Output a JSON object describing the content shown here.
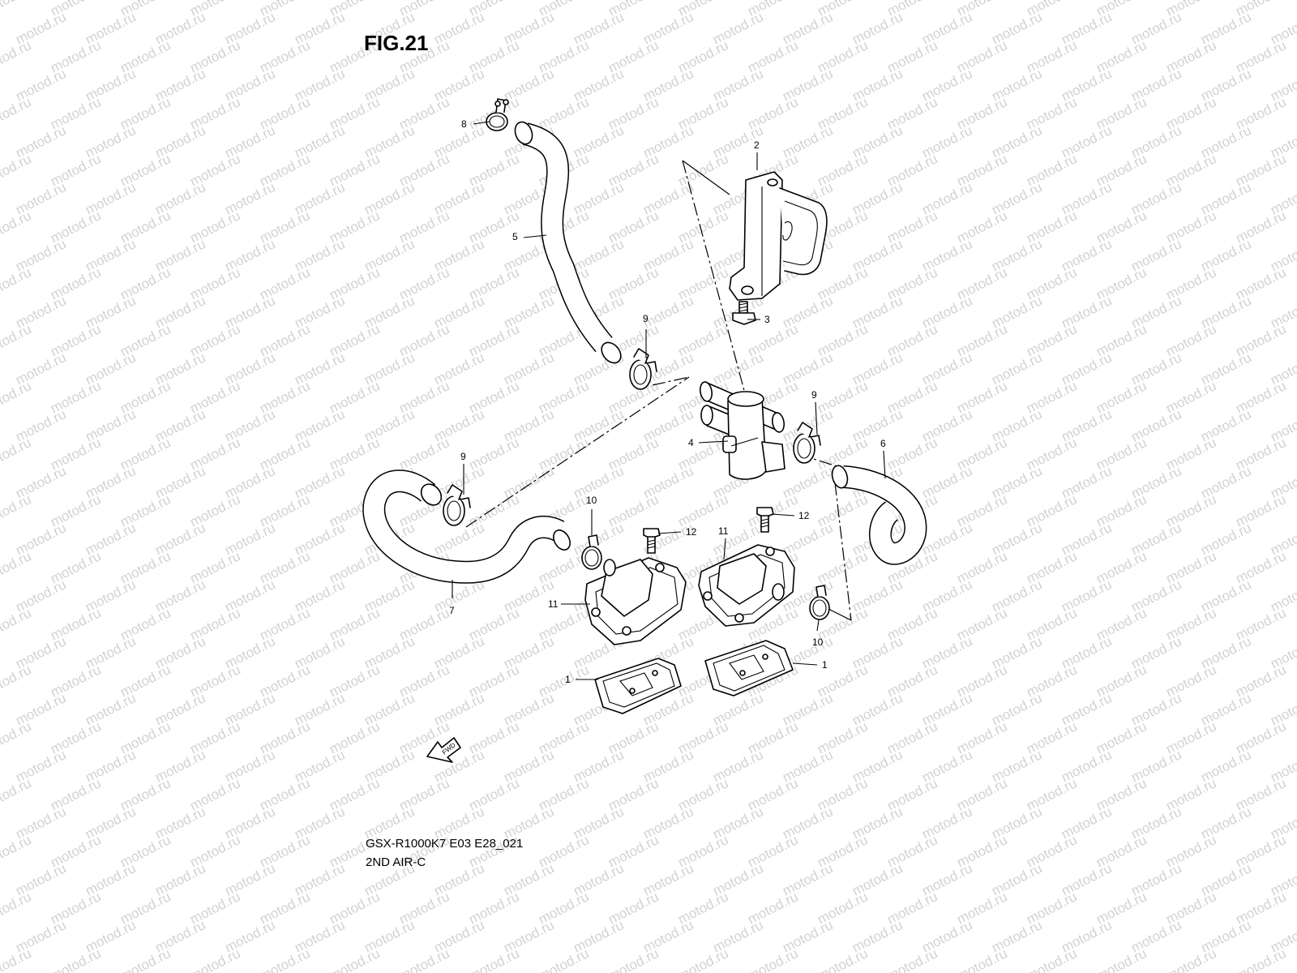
{
  "figure": {
    "title": "FIG.21",
    "model_code": "GSX-R1000K7 E03 E28_021",
    "section_name": "2ND AIR-C",
    "watermark_text": "motod.ru",
    "fwd_label": "FWD"
  },
  "callouts": [
    {
      "id": "label-8",
      "text": "8"
    },
    {
      "id": "label-2",
      "text": "2"
    },
    {
      "id": "label-5",
      "text": "5"
    },
    {
      "id": "label-3",
      "text": "3"
    },
    {
      "id": "label-9a",
      "text": "9"
    },
    {
      "id": "label-9b",
      "text": "9"
    },
    {
      "id": "label-4",
      "text": "4"
    },
    {
      "id": "label-6",
      "text": "6"
    },
    {
      "id": "label-9c",
      "text": "9"
    },
    {
      "id": "label-10a",
      "text": "10"
    },
    {
      "id": "label-12a",
      "text": "12"
    },
    {
      "id": "label-12b",
      "text": "12"
    },
    {
      "id": "label-11a",
      "text": "11"
    },
    {
      "id": "label-11b",
      "text": "11"
    },
    {
      "id": "label-7",
      "text": "7"
    },
    {
      "id": "label-10b",
      "text": "10"
    },
    {
      "id": "label-1a",
      "text": "1"
    },
    {
      "id": "label-1b",
      "text": "1"
    }
  ],
  "colors": {
    "line": "#000000",
    "background": "#ffffff",
    "watermark": "#d2d2d2"
  }
}
